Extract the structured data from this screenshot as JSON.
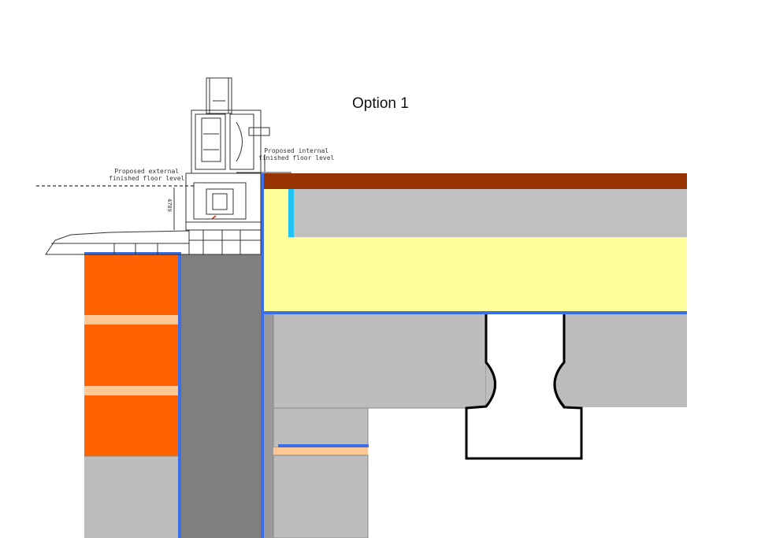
{
  "title": "Option 1",
  "annotations": {
    "external_floor": [
      "Proposed external",
      "finished floor level"
    ],
    "internal_floor": [
      "Proposed internal",
      "finished floor level"
    ],
    "dimension": "4789"
  },
  "colors": {
    "brick": "#ff6200",
    "mortar": "#fdc896",
    "block": "#bdbdbd",
    "cavity_block": "#7f7f7f",
    "insulation": "#ffff9c",
    "screed": "#c0c0c0",
    "floor_finish": "#963300",
    "upstand": "#21c3f2",
    "membrane": "#3b6eea",
    "outline": "#000000"
  }
}
